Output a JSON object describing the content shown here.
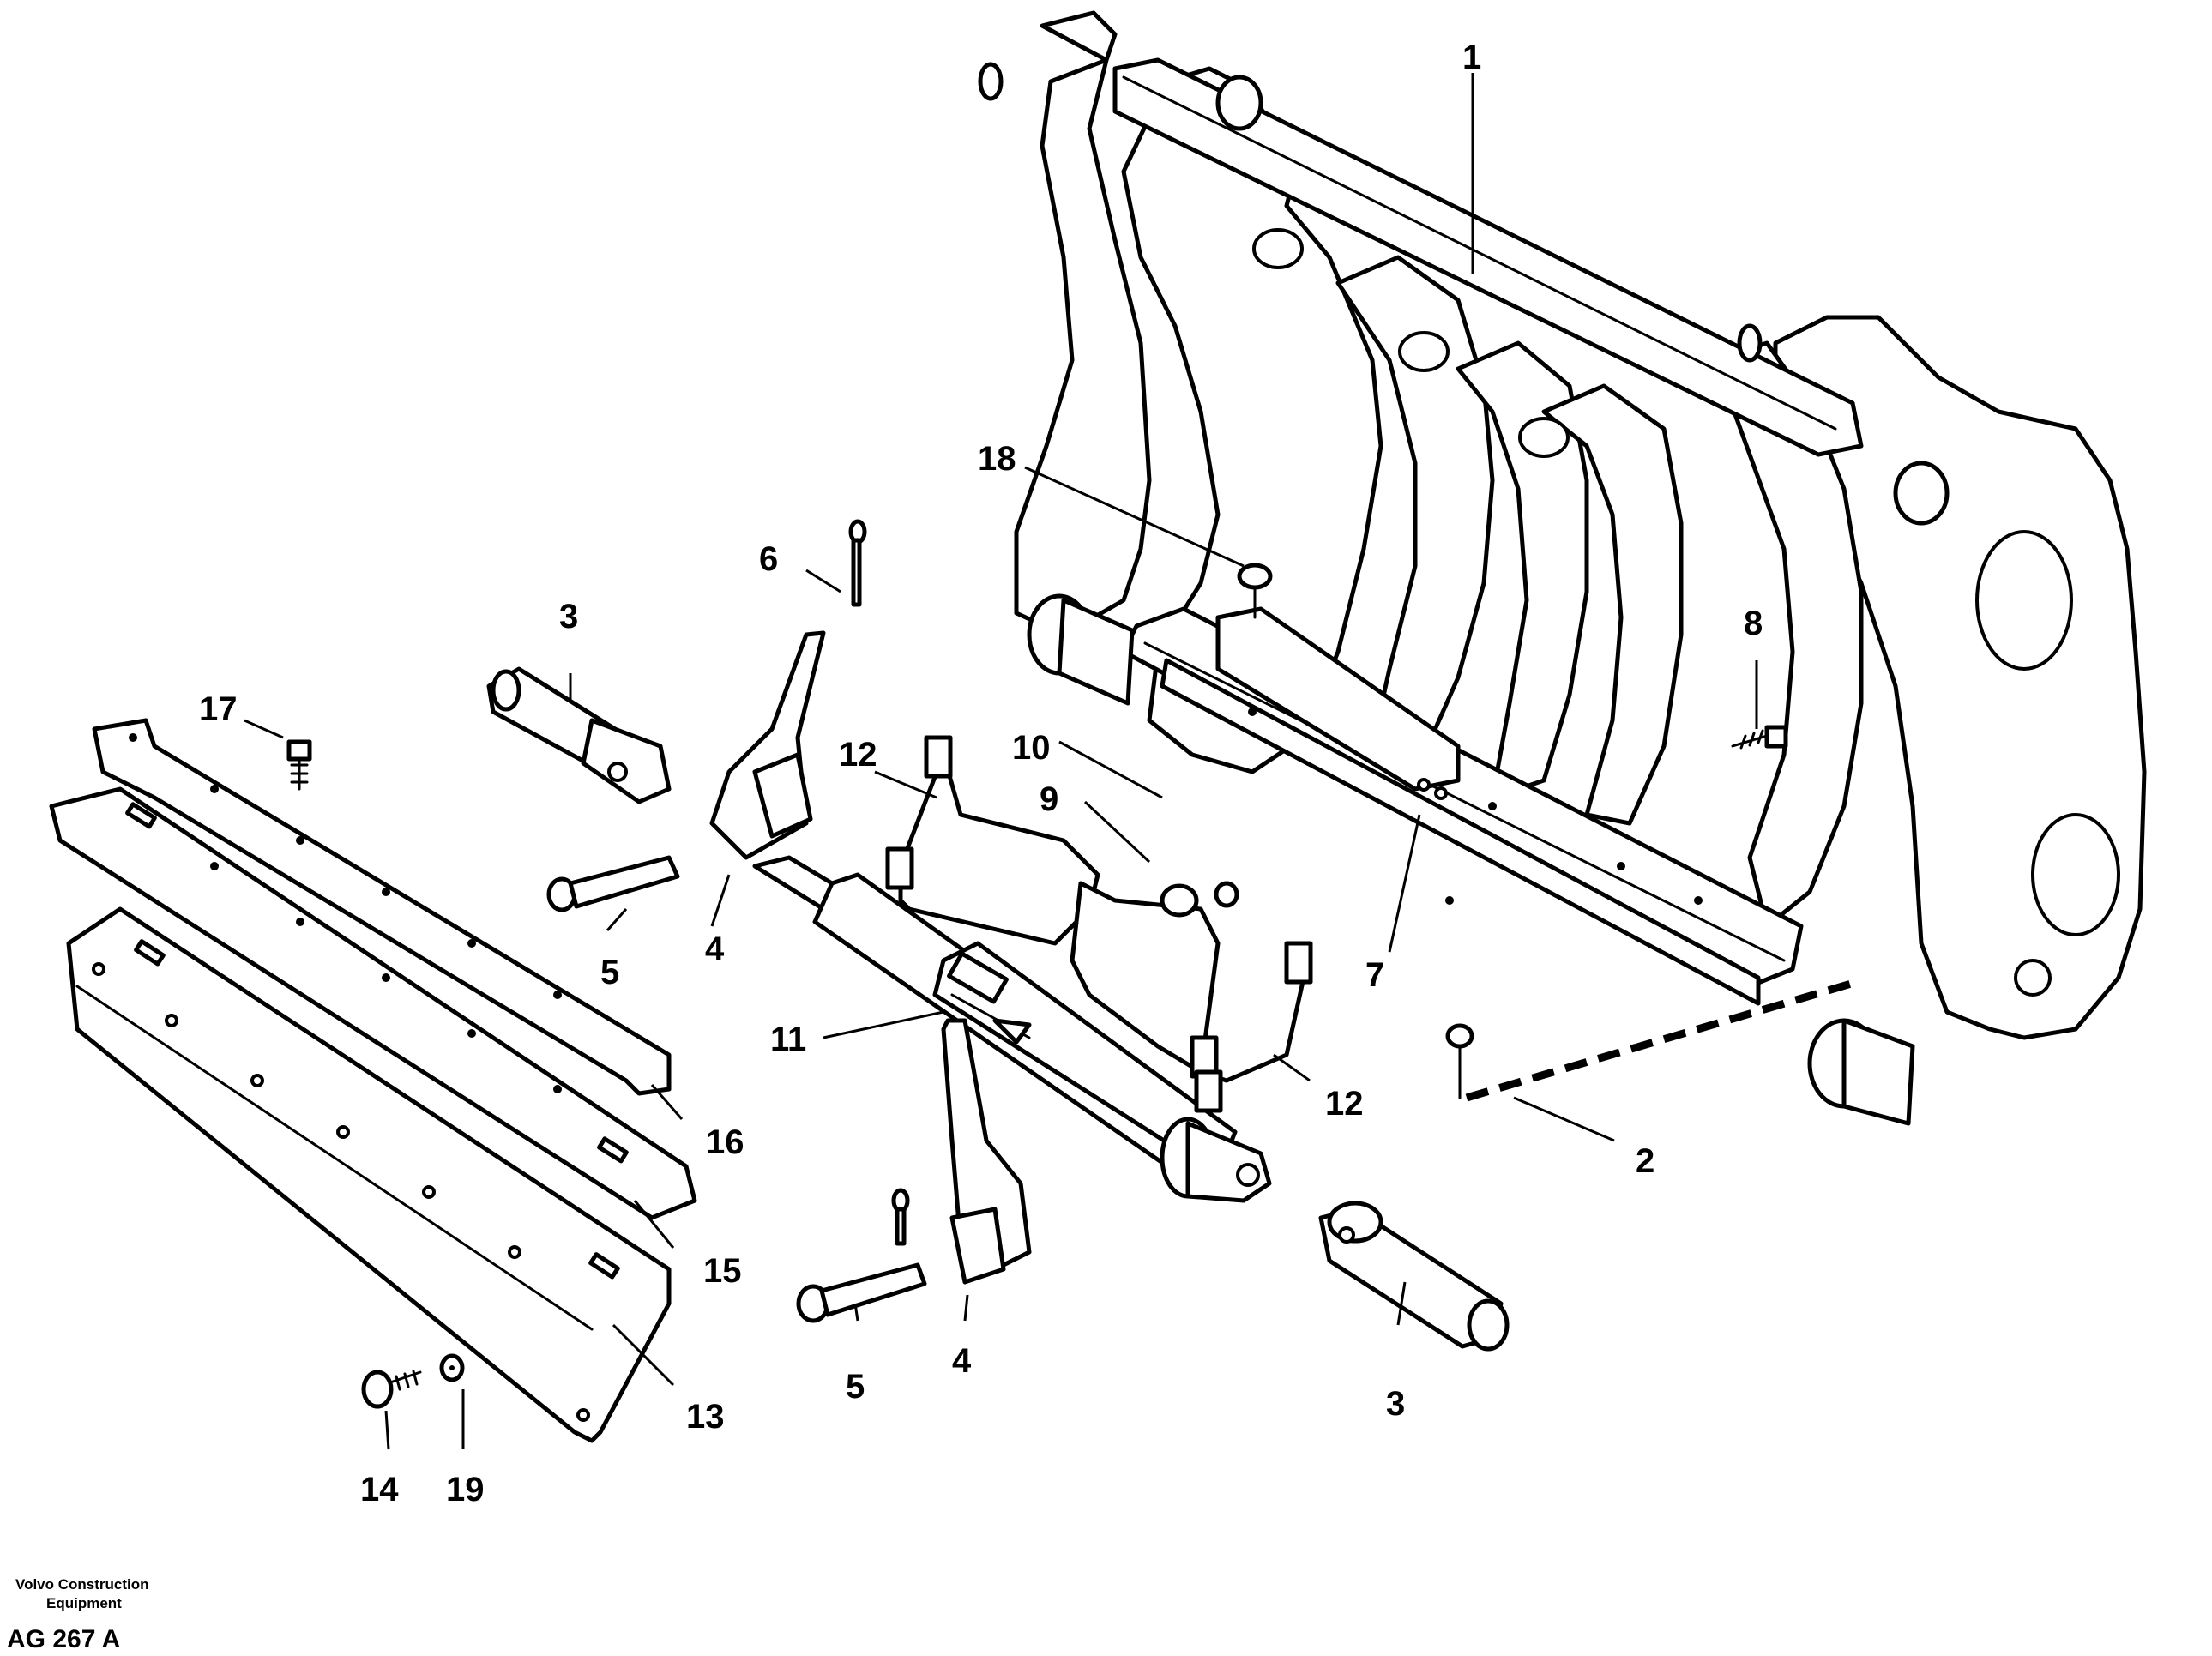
{
  "diagram": {
    "callouts": [
      {
        "id": "c1",
        "text": "1"
      },
      {
        "id": "c2",
        "text": "2"
      },
      {
        "id": "c3a",
        "text": "3"
      },
      {
        "id": "c3b",
        "text": "3"
      },
      {
        "id": "c4a",
        "text": "4"
      },
      {
        "id": "c4b",
        "text": "4"
      },
      {
        "id": "c5a",
        "text": "5"
      },
      {
        "id": "c5b",
        "text": "5"
      },
      {
        "id": "c6",
        "text": "6"
      },
      {
        "id": "c7",
        "text": "7"
      },
      {
        "id": "c8",
        "text": "8"
      },
      {
        "id": "c9",
        "text": "9"
      },
      {
        "id": "c10",
        "text": "10"
      },
      {
        "id": "c11",
        "text": "11"
      },
      {
        "id": "c12a",
        "text": "12"
      },
      {
        "id": "c12b",
        "text": "12"
      },
      {
        "id": "c13",
        "text": "13"
      },
      {
        "id": "c14",
        "text": "14"
      },
      {
        "id": "c15",
        "text": "15"
      },
      {
        "id": "c16",
        "text": "16"
      },
      {
        "id": "c17",
        "text": "17"
      },
      {
        "id": "c18",
        "text": "18"
      },
      {
        "id": "c19",
        "text": "19"
      }
    ]
  },
  "footer": {
    "manufacturer_line1": "Volvo Construction",
    "manufacturer_line2": "Equipment",
    "figure_code": "AG 267 A"
  }
}
